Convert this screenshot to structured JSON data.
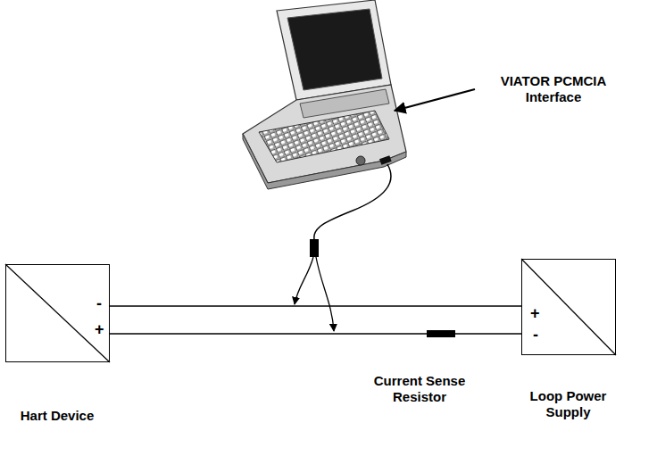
{
  "diagram": {
    "nodes": [
      {
        "text": [
          "Hart Device",
          "-",
          "+"
        ]
      },
      {
        "text": [
          "Loop Power Supply",
          "+",
          "-"
        ]
      }
    ],
    "edges": [
      {
        "from": 0,
        "to": 1,
        "arrow": "none"
      },
      {
        "from": 0,
        "to": 1,
        "arrow": "none"
      }
    ],
    "labels": [
      "VIATOR PCMCIA Interface",
      "Current Sense Resistor"
    ]
  }
}
